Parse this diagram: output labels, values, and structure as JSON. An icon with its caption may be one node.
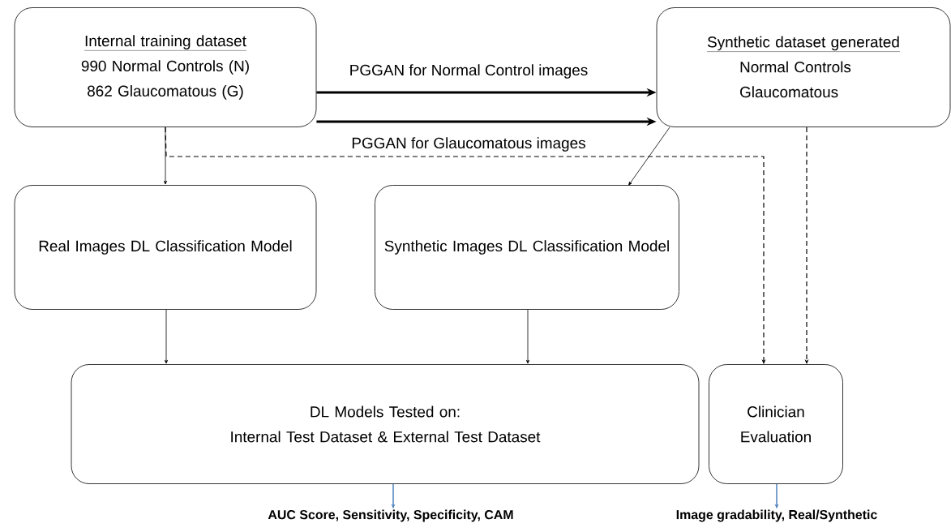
{
  "diagram": {
    "nodes": [
      {
        "text": [
          "Internal training dataset",
          "990 Normal Controls (N)",
          "862 Glaucomatous (G)"
        ]
      },
      {
        "text": [
          "Synthetic dataset generated",
          "Normal Controls",
          "Glaucomatous"
        ]
      },
      {
        "text": [
          "Real Images DL Classification Model"
        ]
      },
      {
        "text": [
          "Synthetic Images DL Classification Model"
        ]
      },
      {
        "text": [
          "DL Models Tested on:",
          "Internal Test Dataset & External Test Dataset"
        ]
      },
      {
        "text": [
          "Clinician Evaluation"
        ]
      },
      {
        "text": [
          "AUC Score, Sensitivity, Specificity, CAM"
        ]
      },
      {
        "text": [
          "Image gradability,  Real/Synthetic"
        ]
      }
    ],
    "edges": [
      {
        "from": 0,
        "to": 1,
        "arrow": "to",
        "label": "PGGAN for Normal Control images",
        "style": "thick"
      },
      {
        "from": 0,
        "to": 1,
        "arrow": "to",
        "label": "PGGAN for Glaucomatous images",
        "style": "thick"
      },
      {
        "from": 0,
        "to": 2,
        "arrow": "to"
      },
      {
        "from": 1,
        "to": 3,
        "arrow": "to"
      },
      {
        "from": 0,
        "to": 5,
        "arrow": "to",
        "style": "dashed"
      },
      {
        "from": 1,
        "to": 5,
        "arrow": "to",
        "style": "dashed"
      },
      {
        "from": 2,
        "to": 4,
        "arrow": "to"
      },
      {
        "from": 3,
        "to": 4,
        "arrow": "to"
      },
      {
        "from": 4,
        "to": 6,
        "arrow": "to",
        "color": "#4f81bd"
      },
      {
        "from": 5,
        "to": 7,
        "arrow": "to",
        "color": "#4f81bd"
      }
    ]
  }
}
